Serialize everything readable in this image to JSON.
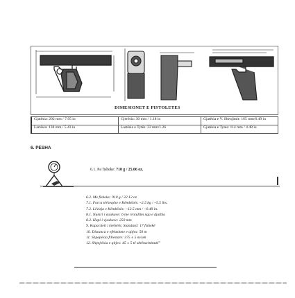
{
  "figure": {
    "title": "DIMESIONET E PISTOLETES"
  },
  "dimensions": {
    "rows": [
      [
        "Gjatësia: 202 mm / 7.95 in",
        "Gjerësia: 30 mm / 1.18 in",
        "Gjatësia e V. Shenjimit: 165 mm/6.49 in"
      ],
      [
        "Lartësia: 138 mm / 5.43 in",
        "Lartësia e Tytës: 32 mm/1.26",
        "Gjatësia e Tytes: 114 mm / 4.48 in"
      ]
    ]
  },
  "section": {
    "heading": "6. PESHA"
  },
  "weight": {
    "label": "6.1. Pa fisheke:",
    "value": "710 g / 25.06 oz."
  },
  "specs": [
    "6.2. Me fisheke: 910 g / 32.12 oz",
    "7.1. Forca tërheqëse e Këmbëzës: ~2.5 kg / ~5.5 lbs.",
    "7.2. Lëvizja e Këmbëzës: ~12.5 mm / ~0.49 in.",
    "8.1. Numri i vjaskave: 6 me rrotullim nga e djathta",
    "8.2. Hapi i vjaskave: 250 mm",
    "9. Kapaciteti i krehërit, Standard: 17 fishekë",
    "10. Distanca e efektshme e qitjes: 50 m",
    "11. Shpejtësia fillestare: 375 ± 5 m/sek",
    "12. Shpejtësia e qitjes: 45 ± 5 të shtëna/minutë\""
  ]
}
